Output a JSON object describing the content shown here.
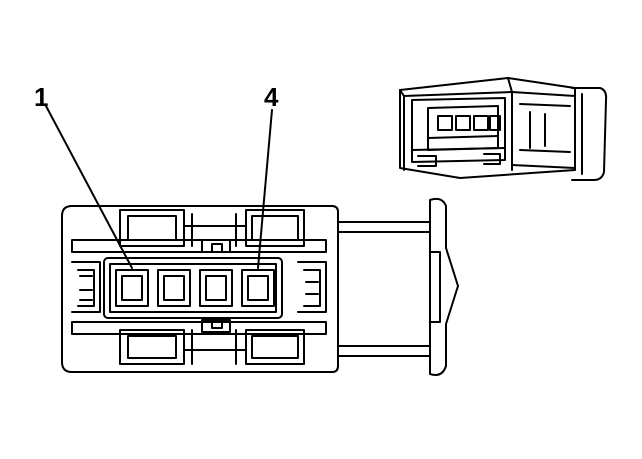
{
  "diagram": {
    "callouts": [
      {
        "id": "1",
        "text": "1"
      },
      {
        "id": "4",
        "text": "4"
      }
    ],
    "colors": {
      "stroke": "#000000",
      "fill": "#ffffff"
    }
  }
}
